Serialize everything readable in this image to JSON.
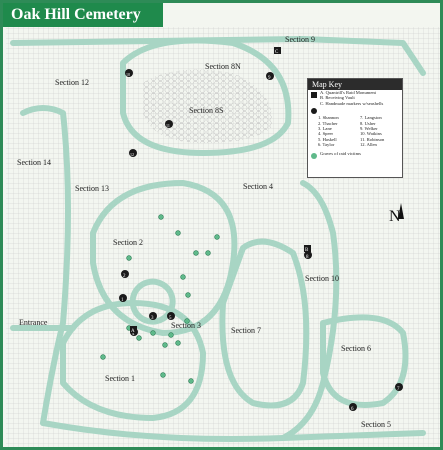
{
  "title": "Oak Hill Cemetery",
  "north_label": "N",
  "entrance_label": "Entrance",
  "sections": [
    "Section 1",
    "Section 2",
    "Section 3",
    "Section 4",
    "Section 5",
    "Section 6",
    "Section 7",
    "Section 8N",
    "Section 8S",
    "Section 9",
    "Section 10",
    "Section 12",
    "Section 13",
    "Section 14"
  ],
  "map_key": {
    "heading": "Map Key",
    "letter_items": [
      "A. Quantrill's Raid Monument",
      "B. Receiving Vault",
      "C. Handmade markers w/seashells"
    ],
    "numbers_left": [
      "1. Shannon",
      "2. Thacher",
      "3. Lane",
      "4. Speer",
      "5. Haskell",
      "6. Taylor"
    ],
    "numbers_right": [
      "7. Langston",
      "8. Usher",
      "9. Welker",
      "10. Watkins",
      "11. Robinson",
      "12. Allen"
    ],
    "raid_victims": "Graves of raid victims"
  },
  "colors": {
    "border": "#2e8b57",
    "road": "#a8d5c4",
    "grid": "#c7c7c7",
    "marker": "#1a1a1a",
    "victim": "#5fb98a"
  },
  "markers": [
    "1",
    "2",
    "3",
    "4",
    "5",
    "6",
    "7",
    "8",
    "9",
    "10",
    "11",
    "12",
    "A",
    "B",
    "C"
  ]
}
